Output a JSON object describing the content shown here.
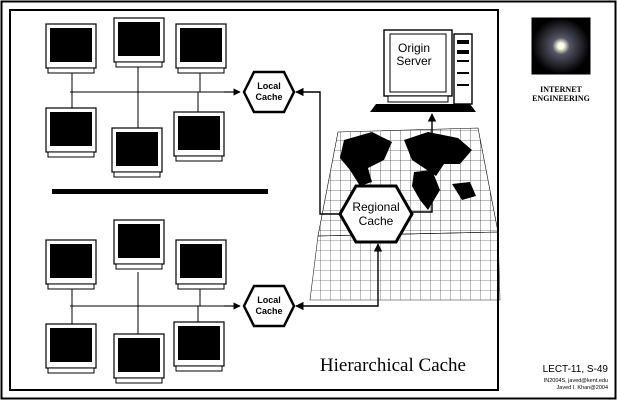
{
  "slide": {
    "title": "Hierarchical Cache",
    "local_cache_top": [
      "Local",
      "Cache"
    ],
    "local_cache_bottom": [
      "Local",
      "Cache"
    ],
    "regional_cache": [
      "Regional",
      "Cache"
    ],
    "origin_server": [
      "Origin",
      "Server"
    ]
  },
  "sidebar": {
    "logo_text": [
      "INTERNET",
      "ENGINEERING"
    ],
    "lecture": "LECT-11, S-49",
    "credit_1": "IN2004S, javed@kent.edu",
    "credit_2": "Javed I. Khan@2004"
  },
  "colors": {
    "border": "#000000",
    "monitor_screen": "#000000",
    "background": "#ffffff"
  }
}
